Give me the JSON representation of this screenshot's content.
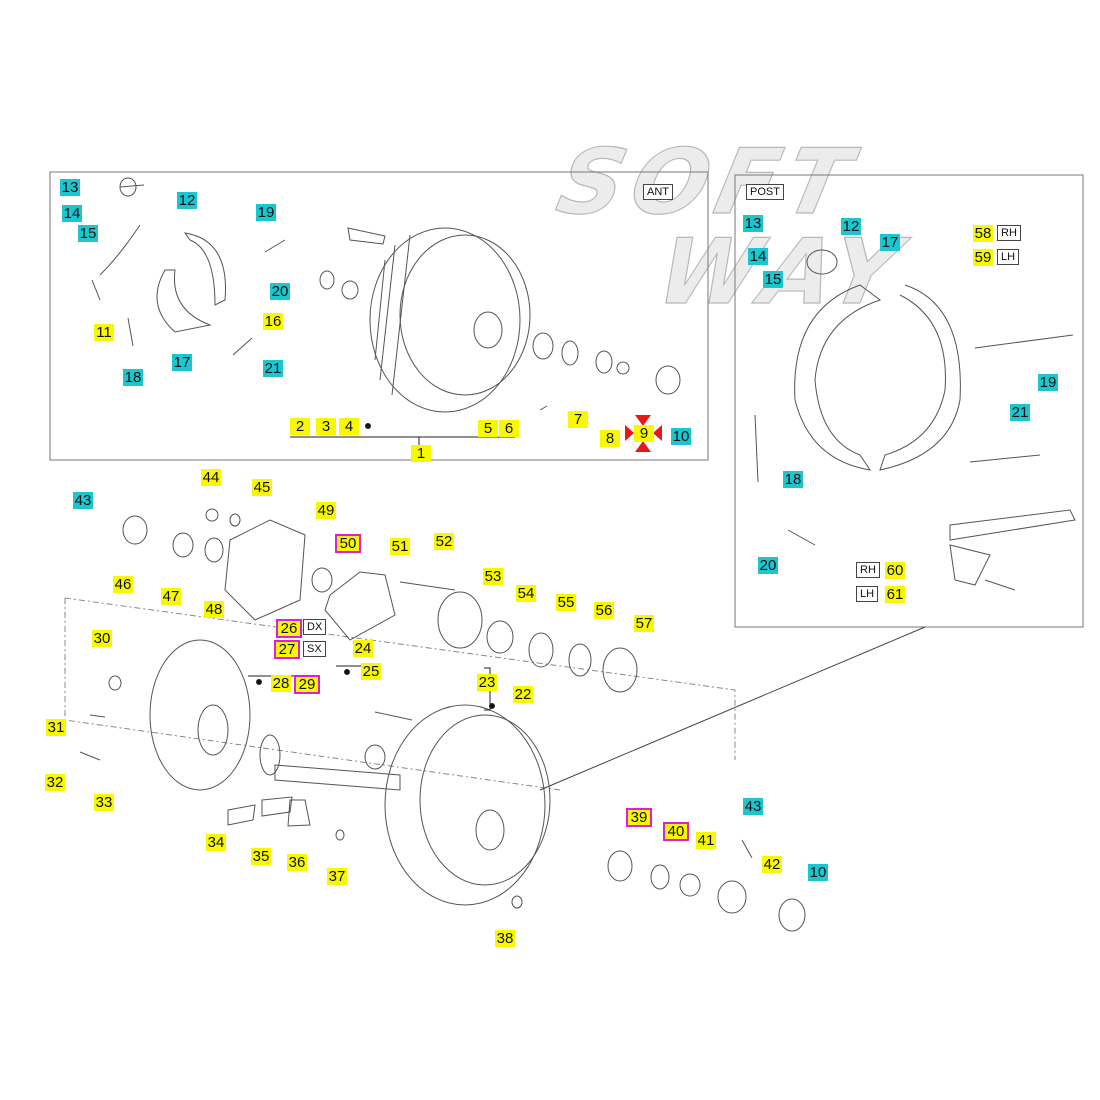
{
  "watermark": {
    "line1": "SOFT",
    "line2": "WAY"
  },
  "colors": {
    "standard_label": "#f8f800",
    "service_label": "#1cc6cf",
    "highlight_border": "#e01ed2",
    "arrow_marker": "#e81818"
  },
  "front_panel": {
    "tag": "ANT",
    "labels": [
      "13",
      "14",
      "15",
      "12",
      "19",
      "20",
      "16",
      "11",
      "18",
      "17",
      "21",
      "2",
      "3",
      "4",
      "5",
      "6",
      "7",
      "8",
      "9",
      "10",
      "1"
    ]
  },
  "rear_panel": {
    "tag": "POST",
    "labels": [
      "13",
      "12",
      "17",
      "58",
      "59",
      "14",
      "15",
      "19",
      "21",
      "18",
      "20",
      "60",
      "61"
    ],
    "side_tags": {
      "rh": "RH",
      "lh": "LH"
    }
  },
  "axle_assembly": {
    "labels": [
      "43",
      "44",
      "45",
      "49",
      "46",
      "47",
      "48",
      "50",
      "51",
      "52",
      "53",
      "54",
      "55",
      "56",
      "57",
      "26",
      "27",
      "24",
      "25",
      "30",
      "28",
      "29",
      "23",
      "22",
      "31",
      "32",
      "33",
      "34",
      "35",
      "36",
      "37",
      "38",
      "39",
      "40",
      "41",
      "43",
      "42",
      "10"
    ],
    "side_tags": {
      "dx": "DX",
      "sx": "SX"
    }
  }
}
